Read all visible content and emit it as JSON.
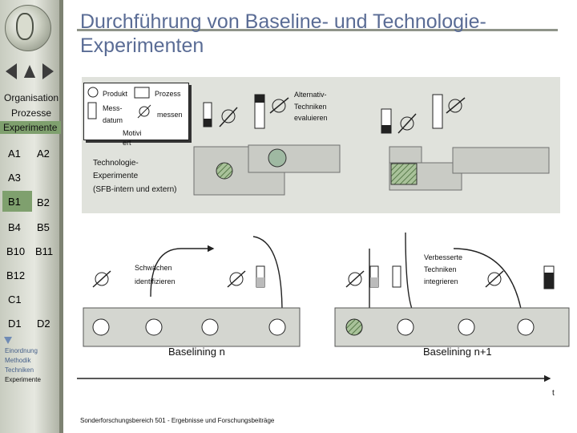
{
  "title": "Durchführung von Baseline- und Technologie-Experimenten",
  "nav_icons": [
    "arrow-left-icon",
    "arrow-up-icon",
    "arrow-right-icon"
  ],
  "sidebar": {
    "menu": [
      "Organisation",
      "Prozesse",
      "Experimente"
    ],
    "active_menu": "Experimente",
    "rows": [
      [
        "A1",
        "A2"
      ],
      [
        "A3"
      ],
      [
        "B1",
        "B2"
      ],
      [
        "B4",
        "B5"
      ],
      [
        "B10",
        "B11"
      ],
      [
        "B12"
      ],
      [
        "C1"
      ],
      [
        "D1",
        "D2"
      ]
    ],
    "footer": [
      "Einordnung",
      "Methodik",
      "Techniken",
      "Experimente"
    ]
  },
  "legend": {
    "produkt": "Produkt",
    "prozess": "Prozess",
    "mess": "Mess-",
    "datum": "datum",
    "messen": "messen",
    "motiv_1": "Motivi",
    "motiv_2": "ert"
  },
  "labels": {
    "alt_1": "Alternativ-",
    "alt_2": "Techniken",
    "alt_3": "evaluieren",
    "techexp_1": "Technologie-",
    "techexp_2": "Experimente",
    "techexp_3": "(SFB-intern und extern)",
    "schw_1": "Schwächen",
    "schw_2": "identifizieren",
    "verb_1": "Verbesserte",
    "verb_2": "Techniken",
    "verb_3": "integrieren",
    "baseline_n": "Baselining n",
    "baseline_n1": "Baselining n+1",
    "t": "t",
    "footer": "Sonderforschungsbereich 501 - Ergebnisse und Forschungsbeiträge"
  },
  "colors": {
    "title": "#5a6c95",
    "accent_green": "#7fa06e",
    "hatch": "#8fae7c",
    "stage_bg": "#e0e2dc",
    "box": "#c9cbc5"
  }
}
